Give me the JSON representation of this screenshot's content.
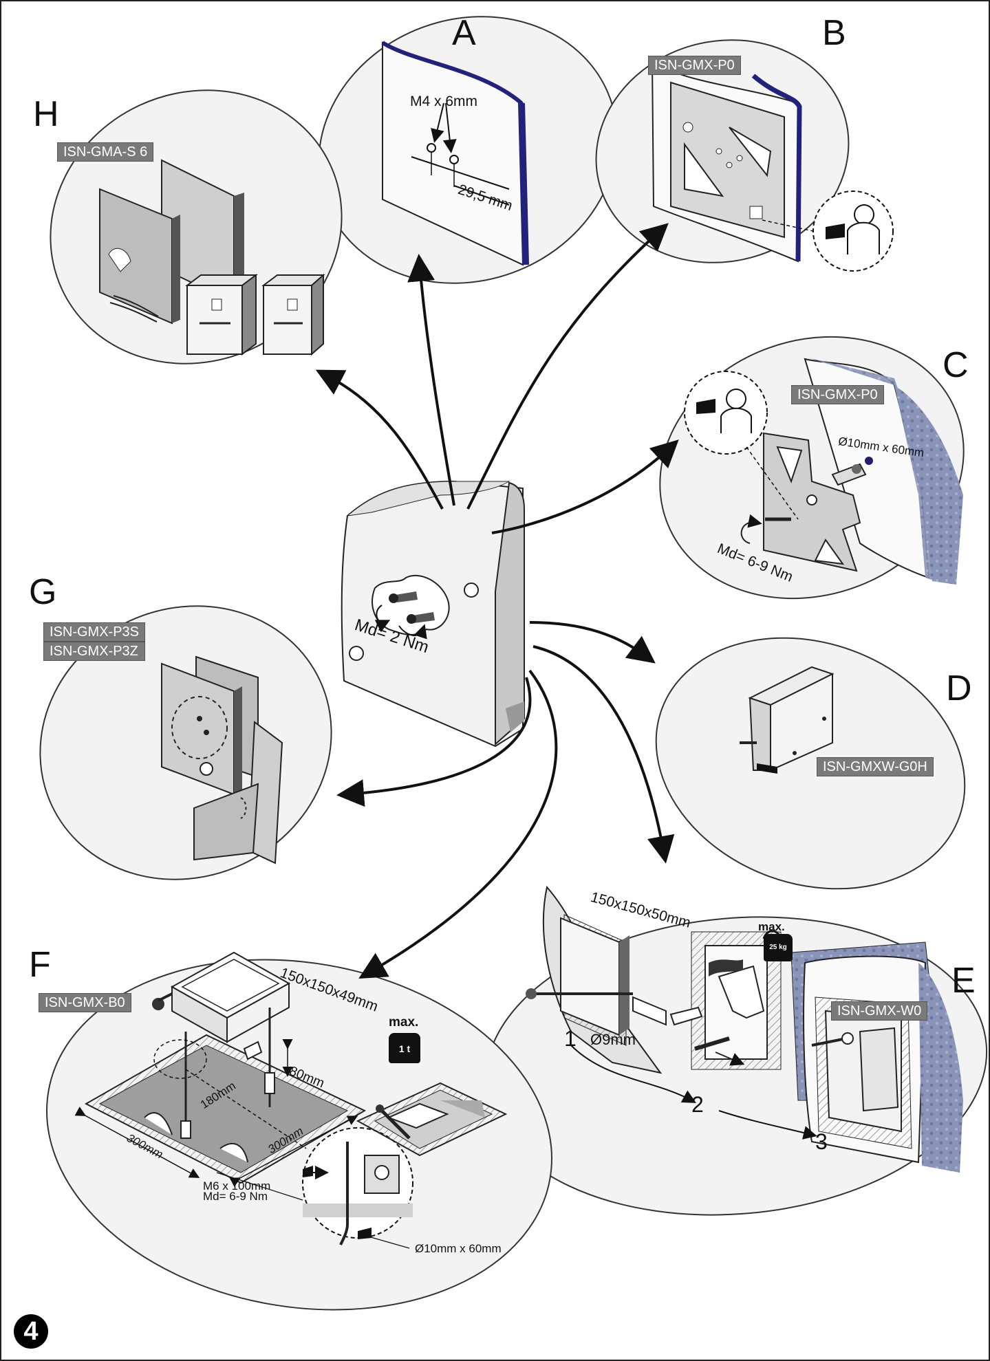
{
  "sections": {
    "A": {
      "letter": "A",
      "screw": "M4 x 6mm",
      "distance": "29,5  mm"
    },
    "B": {
      "letter": "B",
      "code": "ISN-GMX-P0"
    },
    "C": {
      "letter": "C",
      "code": "ISN-GMX-P0",
      "bolt": "Ø10mm x 60mm",
      "torque": "Md= 6-9 Nm"
    },
    "D": {
      "letter": "D",
      "code": "ISN-GMXW-G0H"
    },
    "E": {
      "letter": "E",
      "code": "ISN-GMX-W0",
      "box": "150x150x50mm",
      "drill": "Ø9mm",
      "max_label": "max.",
      "weight": "25 kg",
      "steps": [
        "1",
        "2",
        "3"
      ]
    },
    "F": {
      "letter": "F",
      "code": "ISN-GMX-B0",
      "box": "150x150x49mm",
      "max_label": "max.",
      "weight": "1 t",
      "dim_180": "180mm",
      "dim_80": "80mm",
      "dim_300a": "300mm",
      "dim_300b": "300mm",
      "bolt": "M6 x 100mm",
      "torque": "Md= 6-9 Nm",
      "anchor": "Ø10mm x 60mm"
    },
    "G": {
      "letter": "G",
      "code1": "ISN-GMX-P3S",
      "code2": "ISN-GMX-P3Z"
    },
    "H": {
      "letter": "H",
      "code": "ISN-GMA-S 6"
    }
  },
  "center": {
    "torque": "Md= 2 Nm"
  },
  "page_number": "4"
}
